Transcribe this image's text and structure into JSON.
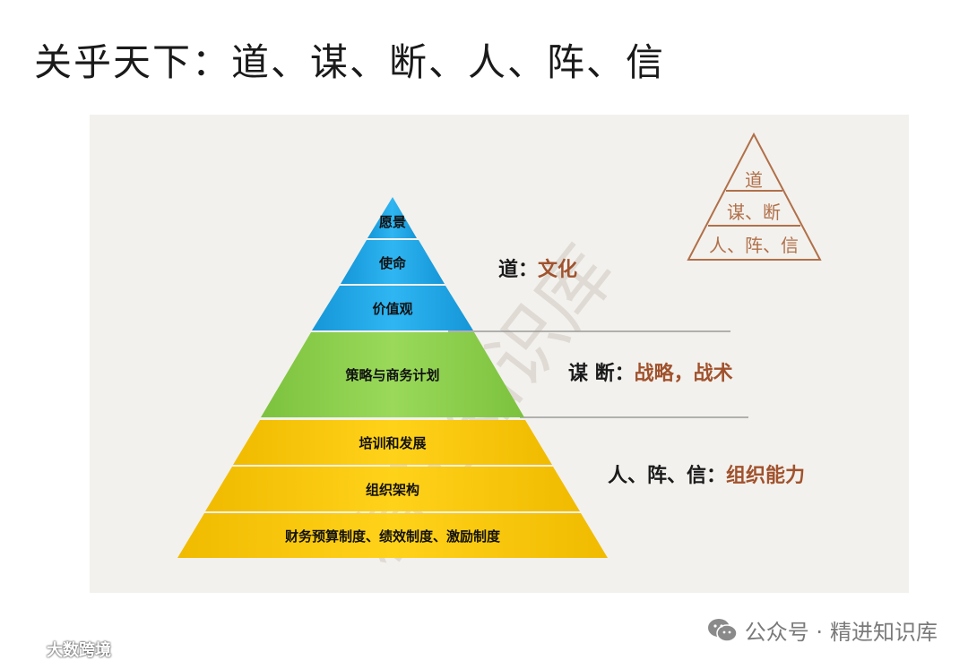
{
  "title": "关乎天下：道、谋、断、人、阵、信",
  "pyramid": {
    "layers": [
      {
        "label": "愿景",
        "color": "#1aa3e8"
      },
      {
        "label": "使命",
        "color": "#1aa3e8"
      },
      {
        "label": "价值观",
        "color": "#1aa3e8"
      },
      {
        "label": "策略与商务计划",
        "color": "#8fd14f"
      },
      {
        "label": "培训和发展",
        "color": "#f7c600"
      },
      {
        "label": "组织架构",
        "color": "#f7c600"
      },
      {
        "label": "财务预算制度、绩效制度、激励制度",
        "color": "#f7c600"
      }
    ]
  },
  "annotations": [
    {
      "key": "道：",
      "value": "文化"
    },
    {
      "key": "谋 断：",
      "value": "战略，战术"
    },
    {
      "key": "人、阵、信：",
      "value": "组织能力"
    }
  ],
  "mini_pyramid": {
    "rows": [
      "道",
      "谋、断",
      "人、阵、信"
    ],
    "color": "#b0704a"
  },
  "watermark": "精进知识库",
  "footer": {
    "brand_prefix": "公众号 · ",
    "brand_name": "精进知识库",
    "left_label": "大数跨境"
  },
  "colors": {
    "annotation_key": "#1a1a1a",
    "annotation_value": "#a0522d"
  }
}
